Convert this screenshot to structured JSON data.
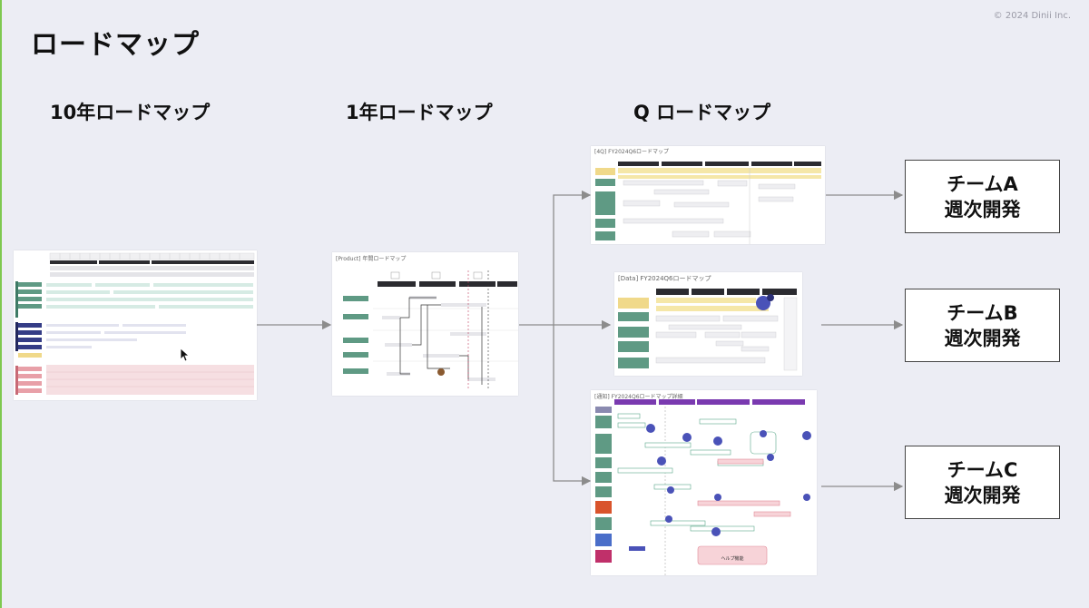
{
  "copyright": "© 2024 Dinii Inc.",
  "page_title": "ロードマップ",
  "columns": {
    "ten_year": "10年ロードマップ",
    "one_year": "1年ロードマップ",
    "quarter": "Q ロードマップ"
  },
  "thumbnails": {
    "one_year_caption": "[Product] 年間ロードマップ",
    "data_caption": "[Data] FY2024Q6ロードマップ",
    "q_top_caption": "[4Q] FY2024Q6ロードマップ",
    "q_bottom_caption": "[通知] FY2024Q6ロードマップ詳細",
    "help_label": "ヘルプ機能"
  },
  "teams": [
    {
      "line1": "チームA",
      "line2": "週次開発"
    },
    {
      "line1": "チームB",
      "line2": "週次開発"
    },
    {
      "line1": "チームC",
      "line2": "週次開発"
    }
  ],
  "colors": {
    "background": "#ecedf4",
    "accent_green": "#7ec850",
    "row_green": "#5f9a84",
    "row_navy": "#343c86",
    "row_pink": "#e8a0a8",
    "row_purple": "#7a3ab0",
    "arrow_gray": "#8c8c8c"
  }
}
